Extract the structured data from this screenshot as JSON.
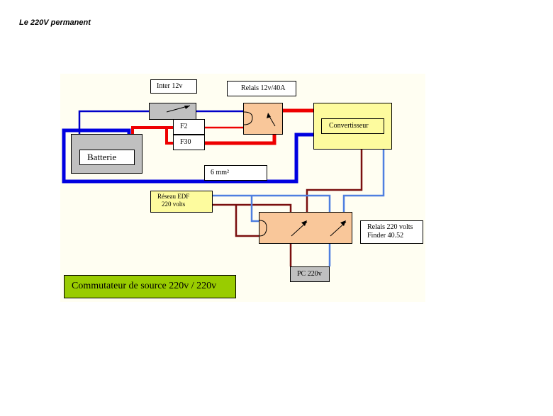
{
  "page": {
    "title": "Le 220V permanent"
  },
  "diagram": {
    "title": "Commutateur de source 220v / 220v",
    "labels": {
      "switch_12v": "Inter 12v",
      "relay_12v": "Relais 12v/40A",
      "converter": "Convertisseur",
      "battery": "Batterie",
      "fuse_f2": "F2",
      "fuse_f30": "F30",
      "cable_section": "6 mm²",
      "grid_line1": "Réseau EDF",
      "grid_line2": "220 volts",
      "relay_220_line1": "Relais 220 volts",
      "relay_220_line2": "Finder 40.52",
      "pc": "PC 220v"
    },
    "colors": {
      "background": "#fffef2",
      "wire_12v_negative": "#0000e0",
      "wire_12v_positive": "#ee0000",
      "wire_220v_phase": "#7a0f0f",
      "wire_220v_neutral": "#4f7fe0",
      "relay_fill": "#f9c79a",
      "converter_fill": "#fdfb9e",
      "battery_fill": "#c0c0c0",
      "title_fill": "#99cc00"
    }
  }
}
